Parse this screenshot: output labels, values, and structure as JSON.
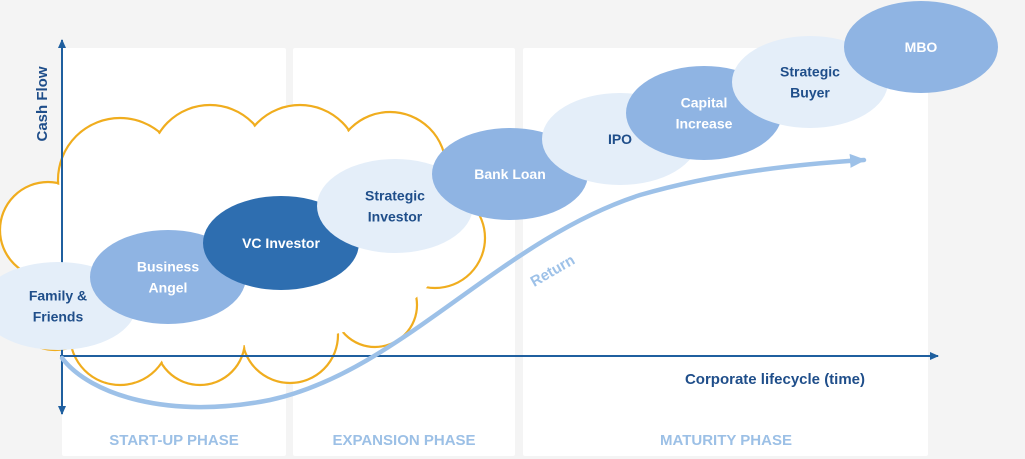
{
  "axes": {
    "y_label": "Cash Flow",
    "x_label": "Corporate lifecycle (time)"
  },
  "phases": {
    "startup": "START-UP PHASE",
    "expansion": "EXPANSION PHASE",
    "maturity": "MATURITY PHASE"
  },
  "return_label": "Return",
  "colors": {
    "axis": "#1f5f9f",
    "cloud_outline": "#f0ad1e",
    "return_curve": "#9dc1e8",
    "bubble_light": "#e4eef9",
    "bubble_medium": "#8fb4e3",
    "bubble_dark": "#2e6eb0"
  },
  "financing_stages": [
    {
      "key": "family",
      "lines": [
        "Family &",
        "Friends"
      ]
    },
    {
      "key": "angel",
      "lines": [
        "Business",
        "Angel"
      ]
    },
    {
      "key": "vc",
      "lines": [
        "VC Investor"
      ]
    },
    {
      "key": "strategic-investor",
      "lines": [
        "Strategic",
        "Investor"
      ]
    },
    {
      "key": "bank-loan",
      "lines": [
        "Bank Loan"
      ]
    },
    {
      "key": "ipo",
      "lines": [
        "IPO"
      ]
    },
    {
      "key": "capital-increase",
      "lines": [
        "Capital",
        "Increase"
      ]
    },
    {
      "key": "strategic-buyer",
      "lines": [
        "Strategic",
        "Buyer"
      ]
    },
    {
      "key": "mbo",
      "lines": [
        "MBO"
      ]
    }
  ]
}
